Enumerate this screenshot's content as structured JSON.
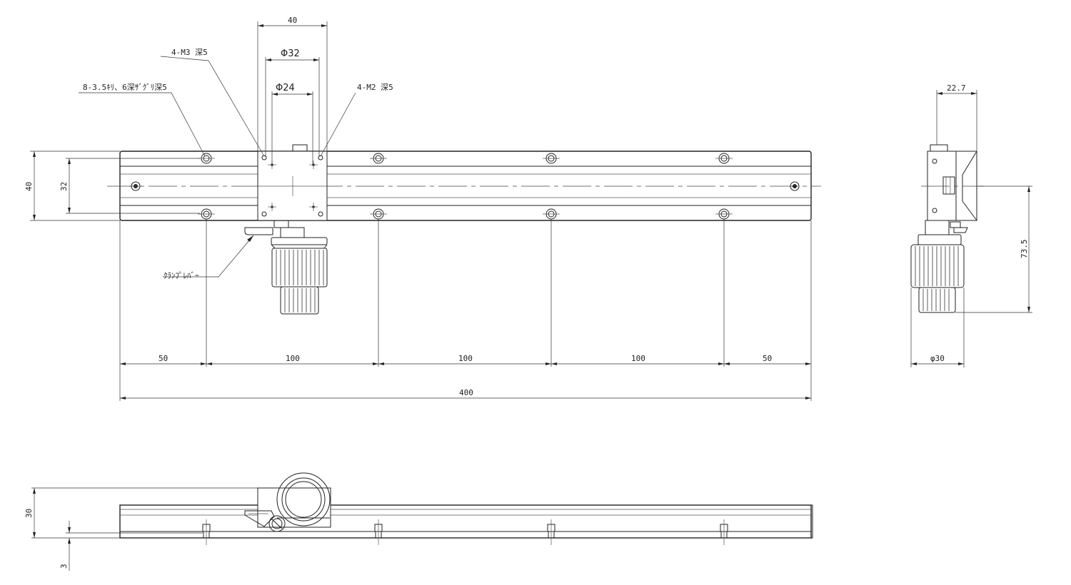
{
  "labels": {
    "holes_m3": "4-M3 深5",
    "holes_main": "8-3.5ｷﾘ、6深ｻﾞｸﾞﾘ深5",
    "holes_m2": "4-M2 深5",
    "clamp_lever": "ｸﾗﾝﾌﾟﾚﾊﾞｰ"
  },
  "dimensions": {
    "carriage_width": "40",
    "phi_outer": "Φ32",
    "phi_inner": "Φ24",
    "height_total": "40",
    "height_rail": "32",
    "pitch_end_left": "50",
    "pitch_1": "100",
    "pitch_2": "100",
    "pitch_3": "100",
    "pitch_end_right": "50",
    "length_total": "400",
    "side_width": "22.7",
    "side_height": "73.5",
    "knob_dia": "φ30",
    "front_height": "30",
    "front_foot": "3"
  }
}
